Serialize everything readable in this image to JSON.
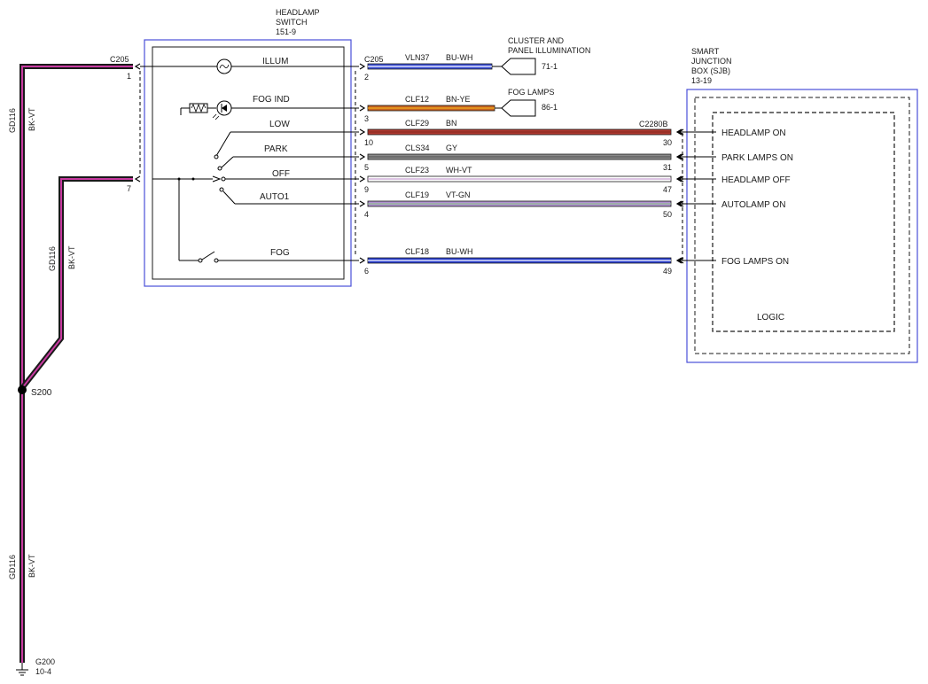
{
  "headlamp_switch": {
    "title_lines": [
      "HEADLAMP",
      "SWITCH",
      "151-9"
    ],
    "functions": [
      {
        "id": "illum",
        "label": "ILLUM",
        "pin": "1"
      },
      {
        "id": "fog-ind",
        "label": "FOG IND"
      },
      {
        "id": "low",
        "label": "LOW"
      },
      {
        "id": "park",
        "label": "PARK"
      },
      {
        "id": "off",
        "label": "OFF",
        "pin": "7"
      },
      {
        "id": "auto1",
        "label": "AUTO1"
      },
      {
        "id": "fog",
        "label": "FOG"
      }
    ],
    "ground_connector": "C205"
  },
  "circuits": [
    {
      "id": "vln37",
      "pin_left": "2",
      "circuit": "VLN37",
      "color_code": "BU-WH",
      "colors": [
        "#3b4fd6",
        "#ffffff"
      ],
      "connector_left": "C205"
    },
    {
      "id": "clf12",
      "pin_left": "3",
      "circuit": "CLF12",
      "color_code": "BN-YE",
      "colors": [
        "#c8621e",
        "#f0b020"
      ]
    },
    {
      "id": "clf29",
      "pin_left": "10",
      "circuit": "CLF29",
      "color_code": "BN",
      "colors": [
        "#b03a30",
        "#8c2a22"
      ],
      "pin_right": "30",
      "connector_right": "C2280B"
    },
    {
      "id": "cls34",
      "pin_left": "5",
      "circuit": "CLS34",
      "color_code": "GY",
      "colors": [
        "#8a8a8a",
        "#5a5a5a"
      ],
      "pin_right": "31"
    },
    {
      "id": "clf23",
      "pin_left": "9",
      "circuit": "CLF23",
      "color_code": "WH-VT",
      "colors": [
        "#ffffff",
        "#c8a0d0"
      ],
      "pin_right": "47"
    },
    {
      "id": "clf19",
      "pin_left": "4",
      "circuit": "CLF19",
      "color_code": "VT-GN",
      "colors": [
        "#b090d0",
        "#90c090"
      ],
      "pin_right": "50"
    },
    {
      "id": "clf18",
      "pin_left": "6",
      "circuit": "CLF18",
      "color_code": "BU-WH",
      "colors": [
        "#2a3fd0",
        "#ffffff"
      ],
      "pin_right": "49"
    }
  ],
  "destinations": {
    "cluster": {
      "lines": [
        "CLUSTER AND",
        "PANEL ILLUMINATION"
      ],
      "ref": "71-1"
    },
    "fog_lamps": {
      "lines": [
        "FOG LAMPS"
      ],
      "ref": "86-1"
    }
  },
  "sjb": {
    "title_lines": [
      "SMART",
      "JUNCTION",
      "BOX (SJB)",
      "13-19"
    ],
    "inputs": [
      "HEADLAMP ON",
      "PARK LAMPS ON",
      "HEADLAMP OFF",
      "AUTOLAMP ON",
      "FOG LAMPS ON"
    ],
    "logic_label": "LOGIC"
  },
  "ground": {
    "wire_code": "GD116",
    "wire_color": "BK-VT",
    "splice": "S200",
    "ground_point": "G200",
    "ground_ref": "10-4"
  },
  "colors": {
    "box_border": "#4a4fd8",
    "wire_outline": "#1a1a1a",
    "ground_wire_fill": "#c83aa0"
  }
}
